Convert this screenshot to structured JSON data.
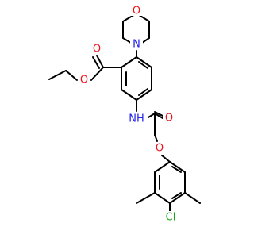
{
  "colors": {
    "carbon_bond": "#000000",
    "oxygen": "#e8141a",
    "nitrogen": "#2424e6",
    "chlorine": "#1ea51e"
  },
  "atoms": {
    "morpholine_o": "O",
    "morpholine_n": "N",
    "ester_carbonyl_o": "O",
    "ester_o": "O",
    "amide_nh": "NH",
    "amide_o": "O",
    "ether_o": "O",
    "chloro": "Cl"
  }
}
